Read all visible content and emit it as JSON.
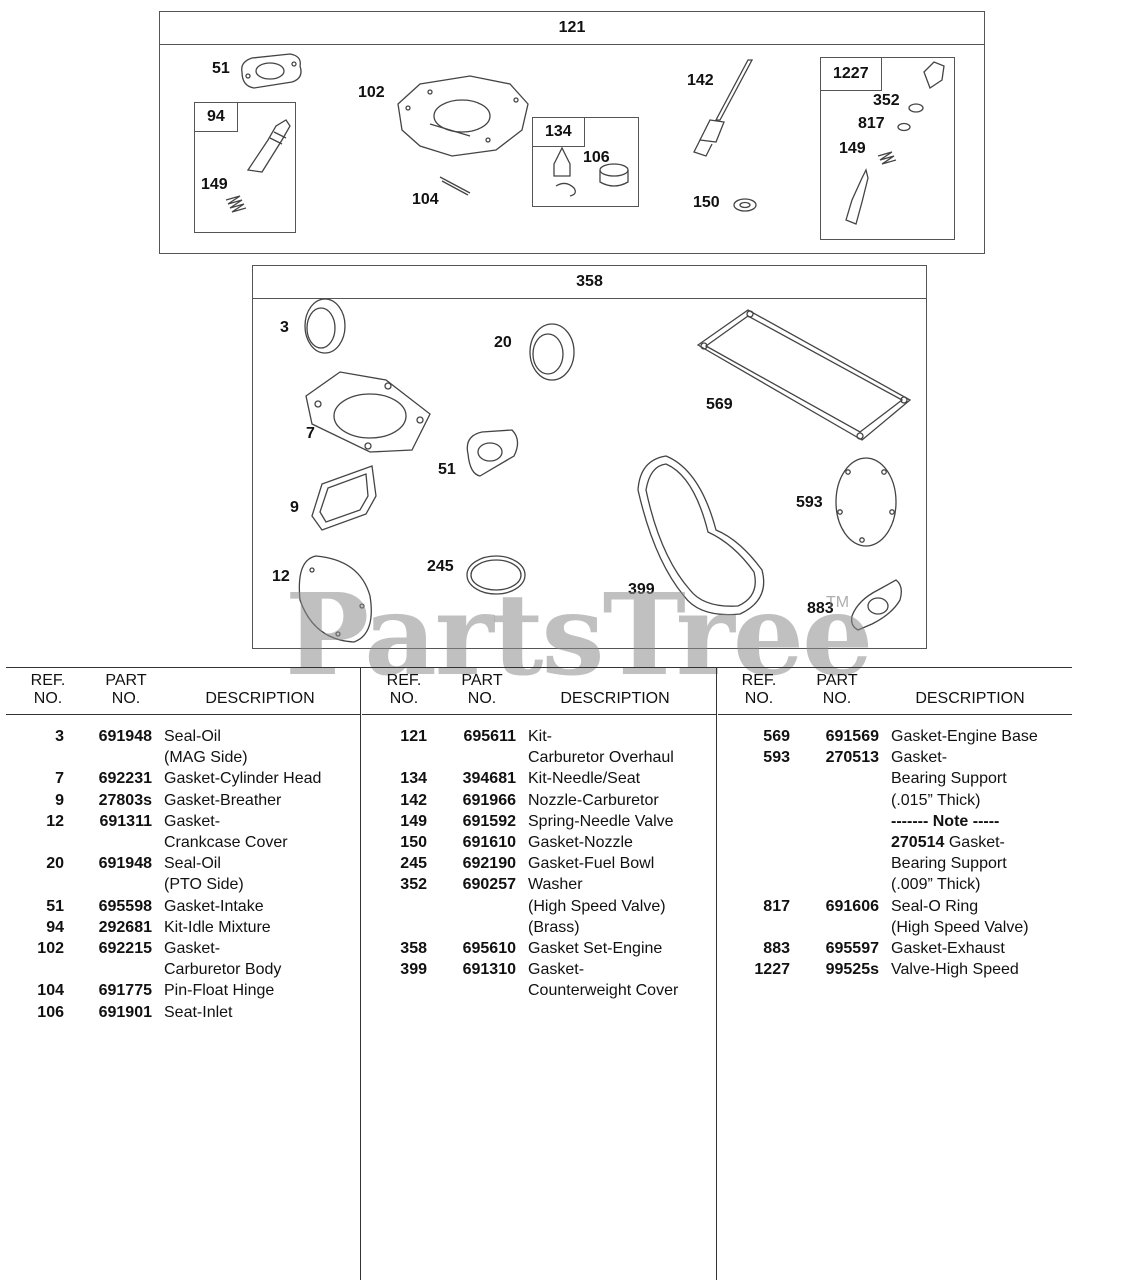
{
  "kits": {
    "k121": {
      "label": "121"
    },
    "k358": {
      "label": "358"
    },
    "k94": {
      "label": "94"
    },
    "k134": {
      "label": "134"
    },
    "k1227": {
      "label": "1227"
    }
  },
  "callouts": {
    "c51a": "51",
    "c102": "102",
    "c104": "104",
    "c149a": "149",
    "c106": "106",
    "c142": "142",
    "c150": "150",
    "c352": "352",
    "c817": "817",
    "c149b": "149",
    "c3": "3",
    "c20": "20",
    "c569": "569",
    "c7": "7",
    "c51b": "51",
    "c9": "9",
    "c593": "593",
    "c245": "245",
    "c12": "12",
    "c399": "399",
    "c883": "883"
  },
  "watermark": {
    "text": "PartsTree",
    "tm": "TM"
  },
  "table": {
    "header": {
      "ref_line1": "REF.",
      "ref_line2": "NO.",
      "part_line1": "PART",
      "part_line2": "NO.",
      "desc": "DESCRIPTION"
    },
    "col1": [
      {
        "ref": "3",
        "part": "691948",
        "desc": "Seal-Oil"
      },
      {
        "ref": "",
        "part": "",
        "desc": "(MAG Side)"
      },
      {
        "ref": "7",
        "part": "692231",
        "desc": "Gasket-Cylinder Head"
      },
      {
        "ref": "9",
        "part": "27803s",
        "desc": "Gasket-Breather"
      },
      {
        "ref": "12",
        "part": "691311",
        "desc": "Gasket-"
      },
      {
        "ref": "",
        "part": "",
        "desc": "Crankcase Cover"
      },
      {
        "ref": "20",
        "part": "691948",
        "desc": "Seal-Oil"
      },
      {
        "ref": "",
        "part": "",
        "desc": "(PTO Side)"
      },
      {
        "ref": "51",
        "part": "695598",
        "desc": "Gasket-Intake"
      },
      {
        "ref": "94",
        "part": "292681",
        "desc": "Kit-Idle Mixture"
      },
      {
        "ref": "102",
        "part": "692215",
        "desc": "Gasket-"
      },
      {
        "ref": "",
        "part": "",
        "desc": "Carburetor Body"
      },
      {
        "ref": "104",
        "part": "691775",
        "desc": "Pin-Float Hinge"
      },
      {
        "ref": "106",
        "part": "691901",
        "desc": "Seat-Inlet"
      }
    ],
    "col2": [
      {
        "ref": "121",
        "part": "695611",
        "desc": "Kit-"
      },
      {
        "ref": "",
        "part": "",
        "desc": "Carburetor Overhaul"
      },
      {
        "ref": "134",
        "part": "394681",
        "desc": "Kit-Needle/Seat"
      },
      {
        "ref": "142",
        "part": "691966",
        "desc": "Nozzle-Carburetor"
      },
      {
        "ref": "149",
        "part": "691592",
        "desc": "Spring-Needle Valve"
      },
      {
        "ref": "150",
        "part": "691610",
        "desc": "Gasket-Nozzle"
      },
      {
        "ref": "245",
        "part": "692190",
        "desc": "Gasket-Fuel Bowl"
      },
      {
        "ref": "352",
        "part": "690257",
        "desc": "Washer"
      },
      {
        "ref": "",
        "part": "",
        "desc": "(High Speed Valve)"
      },
      {
        "ref": "",
        "part": "",
        "desc": "(Brass)"
      },
      {
        "ref": "358",
        "part": "695610",
        "desc": "Gasket Set-Engine"
      },
      {
        "ref": "399",
        "part": "691310",
        "desc": "Gasket-"
      },
      {
        "ref": "",
        "part": "",
        "desc": "Counterweight Cover"
      }
    ],
    "col3": [
      {
        "ref": "569",
        "part": "691569",
        "desc": "Gasket-Engine Base"
      },
      {
        "ref": "593",
        "part": "270513",
        "desc": "Gasket-"
      },
      {
        "ref": "",
        "part": "",
        "desc": "Bearing Support"
      },
      {
        "ref": "",
        "part": "",
        "desc": "(.015” Thick)"
      },
      {
        "ref": "",
        "part": "",
        "desc": "------- Note -----"
      },
      {
        "ref": "",
        "part": "",
        "desc": "270514 Gasket-"
      },
      {
        "ref": "",
        "part": "",
        "desc": "Bearing Support"
      },
      {
        "ref": "",
        "part": "",
        "desc": "(.009” Thick)"
      },
      {
        "ref": "817",
        "part": "691606",
        "desc": "Seal-O Ring"
      },
      {
        "ref": "",
        "part": "",
        "desc": "(High Speed Valve)"
      },
      {
        "ref": "883",
        "part": "695597",
        "desc": "Gasket-Exhaust"
      },
      {
        "ref": "1227",
        "part": "99525s",
        "desc": "Valve-High Speed"
      }
    ]
  }
}
